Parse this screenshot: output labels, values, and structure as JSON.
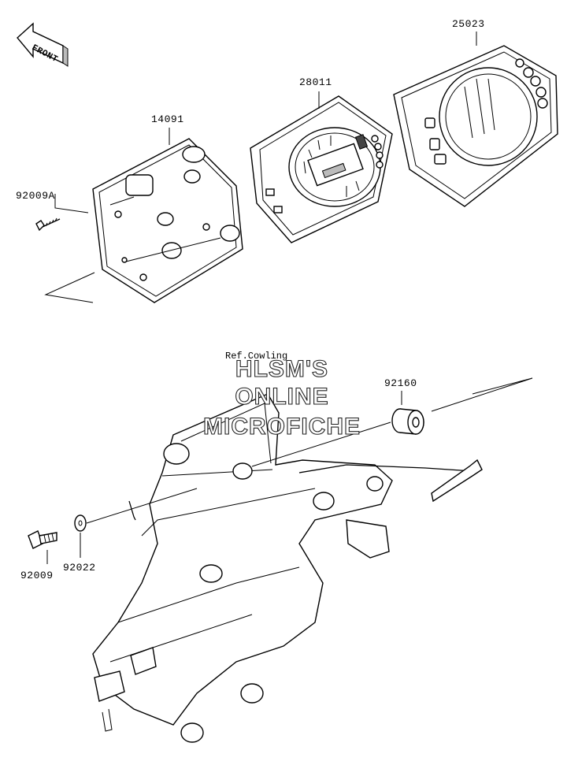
{
  "front_arrow": {
    "text": "FRONT"
  },
  "parts": [
    {
      "id": "p25023",
      "number": "25023"
    },
    {
      "id": "p28011",
      "number": "28011"
    },
    {
      "id": "p14091",
      "number": "14091"
    },
    {
      "id": "p92009A",
      "number": "92009A"
    },
    {
      "id": "p92160",
      "number": "92160"
    },
    {
      "id": "p92009",
      "number": "92009"
    },
    {
      "id": "p92022",
      "number": "92022"
    }
  ],
  "reference_note": "Ref.Cowling",
  "watermark": [
    "HLSM'S",
    "ONLINE",
    "MICROFICHE"
  ]
}
